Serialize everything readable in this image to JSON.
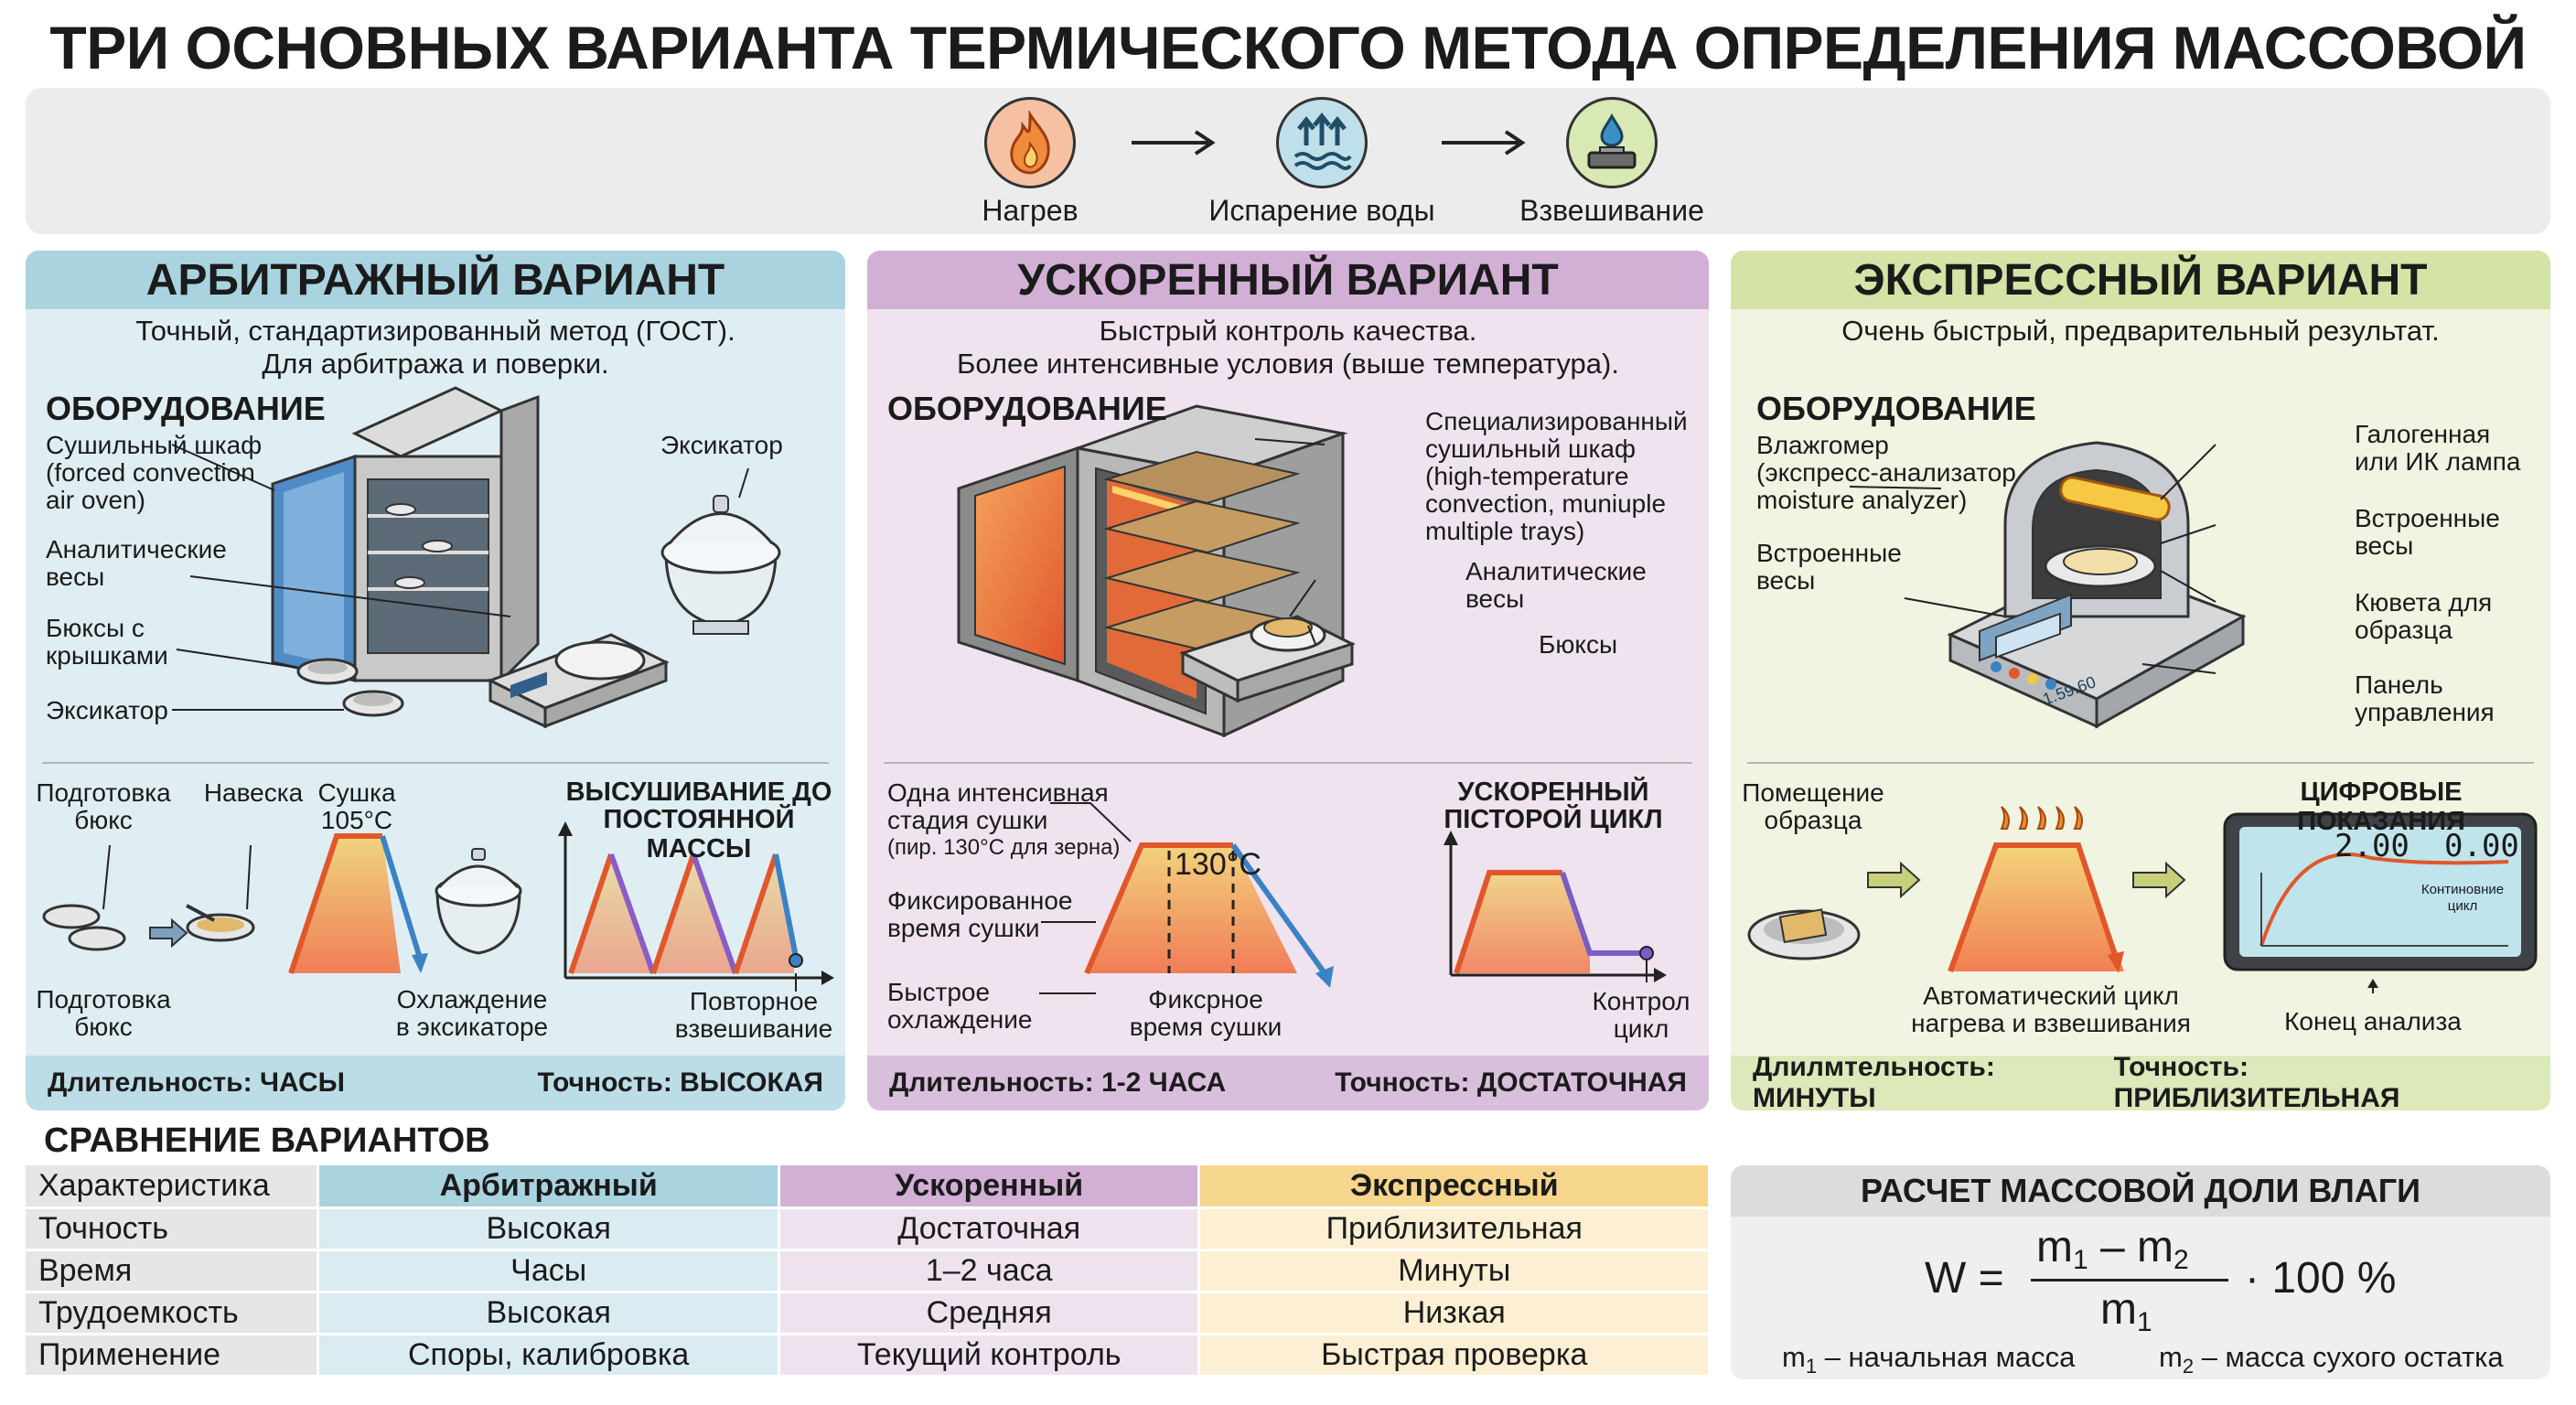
{
  "title": "ТРИ ОСНОВНЫХ ВАРИАНТА ТЕРМИЧЕСКОГО МЕТОДА ОПРЕДЕЛЕНИЯ МАССОВОЙ ДОЛИ ВЛАГИ",
  "process": {
    "steps": [
      {
        "label": "Нагрев",
        "icon": "flame-icon",
        "color": "#f6c1a3"
      },
      {
        "label": "Испарение воды",
        "icon": "evaporation-icon",
        "color": "#bfe0ea"
      },
      {
        "label": "Взвешивание",
        "icon": "scale-drop-icon",
        "color": "#d8e9b4"
      }
    ]
  },
  "arbitrage": {
    "title": "АРБИТРАЖНЫЙ ВАРИАНТ",
    "subtitle_1": "Точный, стандартизированный метод (ГОСТ).",
    "subtitle_2": "Для арбитража и поверки.",
    "equipment_title": "ОБОРУДОВАНИЕ",
    "eq_oven_1": "Сушильный шкаф",
    "eq_oven_2": "(forced convection",
    "eq_oven_3": "air oven)",
    "eq_balance_1": "Аналитические",
    "eq_balance_2": "весы",
    "eq_bottles_1": "Бюксы с",
    "eq_bottles_2": "крышками",
    "eq_desiccator_left": "Эксикатор",
    "eq_desiccator_right": "Эксикатор",
    "step_prep_1": "Подготовка",
    "step_prep_2": "бюкс",
    "step_weigh": "Навеска",
    "step_dry_1": "Сушка",
    "step_dry_2": "105°C",
    "step_prep_b1": "Подготовка",
    "step_prep_b2": "бюкс",
    "step_cool_1": "Охлаждение",
    "step_cool_2": "в эксикаторе",
    "chart_title_1": "ВЫСУШИВАНИЕ ДО",
    "chart_title_2": "ПОСТОЯННОЙ МАССЫ",
    "chart_note_1": "Повторное",
    "chart_note_2": "взвешивание",
    "duration": "Длительность: ЧАСЫ",
    "accuracy": "Точность: ВЫСОКАЯ"
  },
  "accelerated": {
    "title": "УСКОРЕННЫЙ ВАРИАНТ",
    "subtitle_1": "Быстрый контроль качества.",
    "subtitle_2": "Более интенсивные условия (выше температура).",
    "equipment_title": "ОБОРУДОВАНИЕ",
    "eq_oven_1": "Специализированный",
    "eq_oven_2": "сушильный шкаф",
    "eq_oven_3": "(high-temperature",
    "eq_oven_4": "convection, muniuple",
    "eq_oven_5": "multiple trays)",
    "eq_balance_1": "Аналитические",
    "eq_balance_2": "весы",
    "eq_bottles": "Бюксы",
    "stage_1": "Одна интенсивная",
    "stage_2": "стадия сушки",
    "stage_3": "(пир. 130°C для зерна)",
    "temp": "130°C",
    "fixed_time_1": "Фиксированное",
    "fixed_time_2": "время сушки",
    "fast_cool_1": "Быстрое",
    "fast_cool_2": "охлаждение",
    "fixed_time_b1": "Фиксрное",
    "fixed_time_b2": "время сушки",
    "cycle_title_1": "УСКОРЕННЫЙ",
    "cycle_title_2": "ПІСТОРОЙ ЦИКЛ",
    "control_1": "Контрол",
    "control_2": "цикл",
    "duration": "Длительность: 1-2 ЧАСА",
    "accuracy": "Точность: ДОСТАТОЧНАЯ"
  },
  "express": {
    "title": "ЭКСПРЕССНЫЙ ВАРИАНТ",
    "subtitle_1": "Очень быстрый, предварительный результат.",
    "equipment_title": "ОБОРУДОВАНИЕ",
    "eq_meter_1": "Влажгомер",
    "eq_meter_2": "(экспресс-анализатор",
    "eq_meter_3": "moisture analyzer)",
    "eq_scale_l1": "Встроенные",
    "eq_scale_l2": "весы",
    "eq_lamp_1": "Галогенная",
    "eq_lamp_2": "или ИК лампа",
    "eq_scale_r1": "Встроенные",
    "eq_scale_r2": "весы",
    "eq_cuvette_1": "Кювета для",
    "eq_cuvette_2": "образца",
    "eq_panel_1": "Панель",
    "eq_panel_2": "управления",
    "screen_value": "1.59.60",
    "sample_1": "Помещение",
    "sample_2": "образца",
    "auto_1": "Автоматический цикл",
    "auto_2": "нагрева и взвешивания",
    "digital_title": "ЦИФРОВЫЕ ПОКАЗАНИЯ",
    "display_v1": "2.00",
    "display_v2": "0.00",
    "display_note_1": "Континовние",
    "display_note_2": "цикл",
    "end_analysis": "Конец анализа",
    "duration": "Длилмтельность: МИНУТЫ",
    "accuracy": "Точность: ПРИБЛИЗИТЕЛЬНАЯ"
  },
  "comparison": {
    "title": "СРАВНЕНИЕ ВАРИАНТОВ",
    "header": [
      "Характеристика",
      "Арбитражный",
      "Ускоренный",
      "Экспрессный"
    ],
    "rows": [
      [
        "Точность",
        "Высокая",
        "Достаточная",
        "Приблизительная"
      ],
      [
        "Время",
        "Часы",
        "1–2 часа",
        "Минуты"
      ],
      [
        "Трудоемкость",
        "Высокая",
        "Средняя",
        "Низкая"
      ],
      [
        "Применение",
        "Споры, калибровка",
        "Текущий контроль",
        "Быстрая проверка"
      ]
    ]
  },
  "formula": {
    "title": "РАСЧЕТ МАССОВОЙ ДОЛИ ВЛАГИ",
    "lhs": "W =",
    "num_a": "m",
    "num_a_sub": "1",
    "minus": " – ",
    "num_b": "m",
    "num_b_sub": "2",
    "den": "m",
    "den_sub": "1",
    "tail": "· 100 %",
    "legend_1_a": "m",
    "legend_1_sub": "1",
    "legend_1_b": " – начальная масса",
    "legend_2_a": "m",
    "legend_2_sub": "2",
    "legend_2_b": " – масса сухого остатка"
  },
  "colors": {
    "arb_head": "#a9d3df",
    "acc_head": "#d2b0d6",
    "exp_head": "#d4e3a6",
    "heat_orange": "#f08a3c",
    "cool_blue": "#3b82c4",
    "curve_red": "#e0572b"
  }
}
